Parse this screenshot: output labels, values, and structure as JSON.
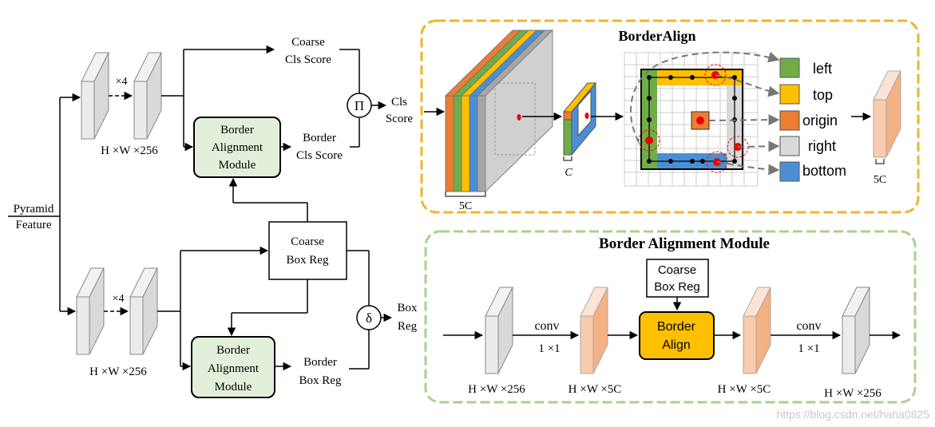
{
  "left": {
    "pyramid_l1": "Pyramid",
    "pyramid_l2": "Feature",
    "x4_top": "×4",
    "x4_bot": "×4",
    "dims_top": "H ×W ×256",
    "dims_bot": "H ×W ×256",
    "bam_top": [
      "Border",
      "Alignment",
      "Module"
    ],
    "bam_bot": [
      "Border",
      "Alignment",
      "Module"
    ],
    "coarse_cls": [
      "Coarse",
      "Cls Score"
    ],
    "border_cls": [
      "Border",
      "Cls Score"
    ],
    "cls_out": [
      "Cls",
      "Score"
    ],
    "coarse_box": [
      "Coarse",
      "Box Reg"
    ],
    "border_box": [
      "Border",
      "Box Reg"
    ],
    "box_out": [
      "Box",
      "Reg"
    ],
    "op_pi": "Π",
    "op_delta": "δ"
  },
  "border_align": {
    "title": "BorderAlign",
    "label_5c_left": "5C",
    "label_c": "C",
    "label_5c_right": "5C",
    "legend": [
      {
        "label": "left",
        "color": "#70ad47"
      },
      {
        "label": "top",
        "color": "#ffc000"
      },
      {
        "label": "origin",
        "color": "#ed7d31"
      },
      {
        "label": "right",
        "color": "#d9d9d9"
      },
      {
        "label": "bottom",
        "color": "#4a8fd6"
      }
    ]
  },
  "bam_panel": {
    "title": "Border Alignment Module",
    "coarse_box": [
      "Coarse",
      "Box Reg"
    ],
    "border_align": [
      "Border",
      "Align"
    ],
    "conv1": "conv",
    "k1": "1 ×1",
    "conv2": "conv",
    "k2": "1 ×1",
    "dims": [
      "H ×W ×256",
      "H ×W ×5C",
      "H ×W ×5C",
      "H ×W ×256"
    ]
  },
  "colors": {
    "orange_panel_border": "#f0b429",
    "green_panel_border": "#a9d18e",
    "module_fill": "#e2efda",
    "align_fill": "#ffc000"
  },
  "watermark": "https://blog.csdn.net/haha0825"
}
